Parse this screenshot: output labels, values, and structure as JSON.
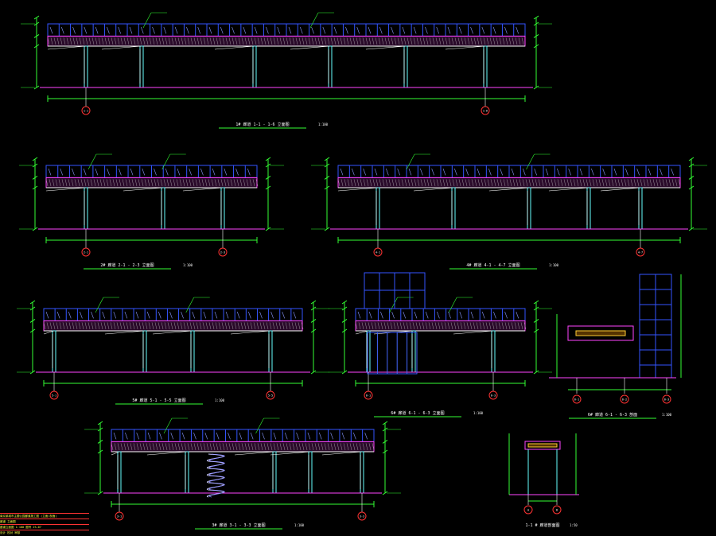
{
  "drawing": {
    "colors": {
      "background": "#000000",
      "deck": "#3355ff",
      "slab": "#ff44ff",
      "grid": "#ffffff",
      "dimension": "#33ff33",
      "column": "#66ffff",
      "leader": "#33ff33",
      "label": "#ffff44",
      "axis_bubble": "#ff3333"
    },
    "elevations": [
      {
        "id": "e1",
        "title": "1# 廊道 1-1 - 1-6 立面图",
        "scale": "1:100",
        "bubbles": [
          "1-1",
          "1-6"
        ]
      },
      {
        "id": "e2",
        "title": "2# 廊道 2-1 - 2-3 立面图",
        "scale": "1:100",
        "bubbles": [
          "2-1",
          "2-3"
        ]
      },
      {
        "id": "e4",
        "title": "4# 廊道 4-1 - 4-7 立面图",
        "scale": "1:100",
        "bubbles": [
          "4-1",
          "4-7"
        ]
      },
      {
        "id": "e5",
        "title": "5# 廊道 5-1 - 5-5 立面图",
        "scale": "1:100",
        "bubbles": [
          "5-1",
          "5-5"
        ]
      },
      {
        "id": "e6",
        "title": "6# 廊道 6-1 - 6-3 立面图",
        "scale": "1:100",
        "bubbles": [
          "6-1",
          "6-3"
        ]
      },
      {
        "id": "e6b",
        "title": "6# 廊道 6-1 - 6-3 剖面",
        "scale": "1:100",
        "bubbles": [
          "6-1",
          "6-2",
          "6-3"
        ]
      },
      {
        "id": "e3",
        "title": "3# 廊道 3-1 - 3-3 立面图",
        "scale": "1:100",
        "bubbles": [
          "3-1",
          "3-3"
        ]
      },
      {
        "id": "s1",
        "title": "1-1 # 廊道剖面图",
        "scale": "1:50",
        "bubbles": [
          "A",
          "B"
        ]
      }
    ]
  },
  "title_block": {
    "rows": [
      "南京某城市主题公园廊道施工图 (立面/剖面)",
      "廊道 立面图",
      "廊道立面图 1:100  图号 JS-07",
      "设计  校对  审核"
    ]
  }
}
